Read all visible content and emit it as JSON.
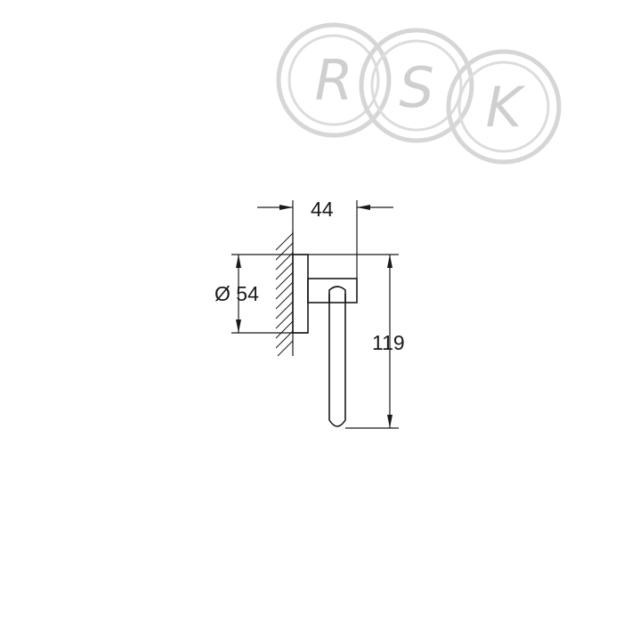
{
  "watermark": {
    "letters": [
      "R",
      "S",
      "K"
    ],
    "color": "#d0d0d0"
  },
  "drawing": {
    "line_color": "#1a1a1a",
    "dimensions": {
      "depth_label": "44",
      "diameter_label": "Ø 54",
      "height_label": "119"
    }
  }
}
